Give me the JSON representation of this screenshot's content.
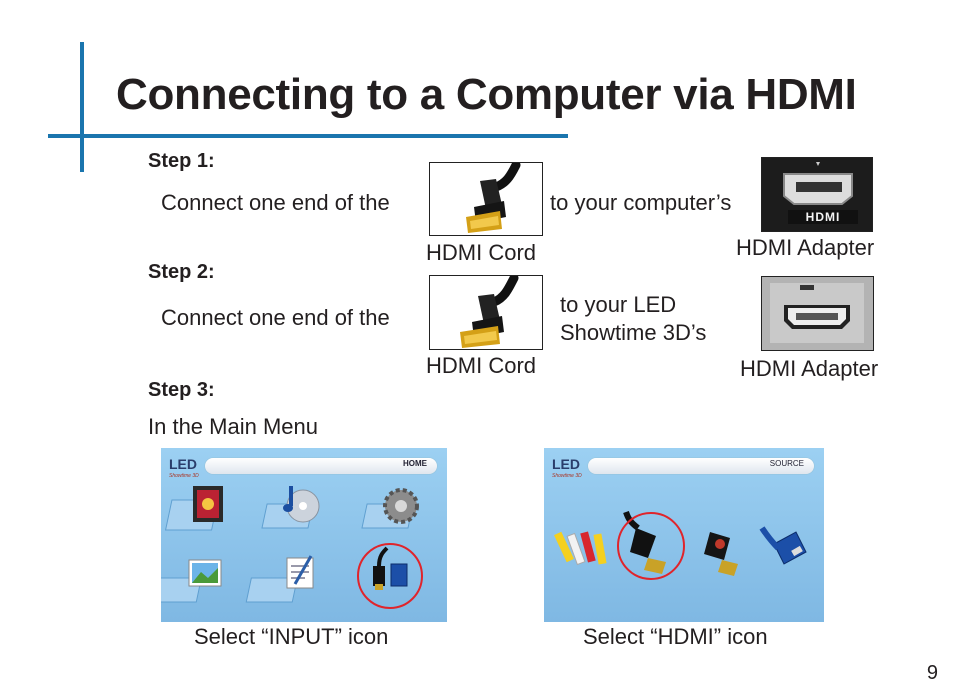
{
  "page_title": "Connecting to a Computer via HDMI",
  "steps": [
    {
      "label": "Step 1:",
      "text_before": "Connect one end of the",
      "text_after": "to your computer’s",
      "cord_caption": "HDMI Cord",
      "adapter_caption": "HDMI Adapter"
    },
    {
      "label": "Step 2:",
      "text_before": "Connect one end of the",
      "text_after_line1": "to your LED",
      "text_after_line2": "Showtime 3D’s",
      "cord_caption": "HDMI Cord",
      "adapter_caption": "HDMI Adapter"
    },
    {
      "label": "Step 3:",
      "text": "In the Main Menu"
    }
  ],
  "screens": [
    {
      "bar_label": "HOME",
      "logo": "LED",
      "logo_sub": "Showtime 3D",
      "caption": "Select “INPUT” icon"
    },
    {
      "bar_label": "SOURCE",
      "logo": "LED",
      "logo_sub": "Showtime 3D",
      "caption": "Select “HDMI” icon"
    }
  ],
  "adapter_logo": "HDMI",
  "page_number": "9",
  "colors": {
    "accent": "#1a75ae",
    "highlight_circle": "#e0242b",
    "screen_bg": "#87bfe6"
  }
}
